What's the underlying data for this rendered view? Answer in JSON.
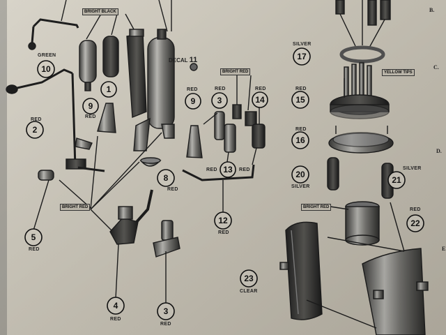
{
  "callouts": [
    {
      "id": "c10",
      "num": "10",
      "color": "GREEN"
    },
    {
      "id": "c1",
      "num": "1",
      "color": ""
    },
    {
      "id": "c9a",
      "num": "9",
      "color": "RED"
    },
    {
      "id": "c2",
      "num": "2",
      "color": "RED"
    },
    {
      "id": "c8",
      "num": "8",
      "color": "RED"
    },
    {
      "id": "c9b",
      "num": "9",
      "color": "RED"
    },
    {
      "id": "c3a",
      "num": "3",
      "color": "RED"
    },
    {
      "id": "c14",
      "num": "14",
      "color": "RED"
    },
    {
      "id": "c13",
      "num": "13",
      "color": "RED"
    },
    {
      "id": "c12",
      "num": "12",
      "color": "RED"
    },
    {
      "id": "c5",
      "num": "5",
      "color": "RED"
    },
    {
      "id": "c4",
      "num": "4",
      "color": "RED"
    },
    {
      "id": "c3b",
      "num": "3",
      "color": "RED"
    },
    {
      "id": "c17",
      "num": "17",
      "color": "SILVER"
    },
    {
      "id": "c15",
      "num": "15",
      "color": "RED"
    },
    {
      "id": "c16",
      "num": "16",
      "color": "RED"
    },
    {
      "id": "c20",
      "num": "20",
      "color": "SILVER"
    },
    {
      "id": "c21",
      "num": "21",
      "color": "SILVER"
    },
    {
      "id": "c22",
      "num": "22",
      "color": "RED"
    },
    {
      "id": "c23",
      "num": "23",
      "color": "CLEAR"
    }
  ],
  "tags": {
    "bright_black": "BRIGHT BLACK",
    "bright_red_a": "BRIGHT RED",
    "bright_red_b": "BRIGHT RED",
    "bright_red_c": "BRIGHT RED",
    "yellow_tips": "YELLOW TIPS"
  },
  "decal": {
    "label": "DECAL",
    "num": "11"
  },
  "extra_labels": {
    "red_13_left": "RED"
  },
  "side_text": {
    "b": "B.",
    "c": "C.",
    "d": "D.",
    "e": "E"
  },
  "colors": {
    "paper": "#d2cdc1",
    "ink": "#1e1e1e",
    "metal": "#8a8a86",
    "background": "#1a1a1a"
  }
}
